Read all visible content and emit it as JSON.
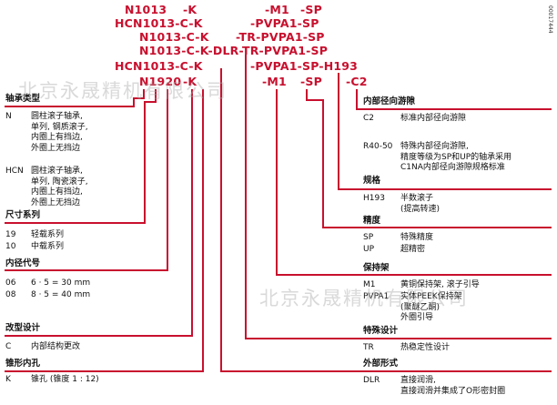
{
  "designations": [
    {
      "id": "r1",
      "cols": [
        "N1013",
        "-K",
        "-M1",
        "-SP"
      ]
    },
    {
      "id": "r2",
      "cols": [
        "HCN1013-C-K",
        "-PVPA1-SP"
      ]
    },
    {
      "id": "r3",
      "cols": [
        "N1013-C-K",
        "-TR-PVPA1-SP"
      ]
    },
    {
      "id": "r4",
      "cols": [
        "N1013-C-K-DLR-TR-PVPA1-SP"
      ]
    },
    {
      "id": "r5",
      "cols": [
        "HCN1013-C-K",
        "-PVPA1-SP-H193"
      ]
    },
    {
      "id": "r6",
      "cols": [
        "N1920",
        "-K",
        "-M1",
        "-SP",
        "-C2"
      ]
    }
  ],
  "left": {
    "bearing_type": {
      "title": "轴承类型",
      "items": [
        {
          "code": "N",
          "desc": "圆柱滚子轴承,\n单列, 钢质滚子,\n内圈上有挡边,\n外圈上无挡边"
        },
        {
          "code": "HCN",
          "desc": "圆柱滚子轴承,\n单列, 陶瓷滚子,\n内圈上有挡边,\n外圈上无挡边"
        }
      ]
    },
    "dimension_series": {
      "title": "尺寸系列",
      "items": [
        {
          "code": "19",
          "desc": "轻载系列"
        },
        {
          "code": "10",
          "desc": "中载系列"
        }
      ]
    },
    "bore_code": {
      "title": "内径代号",
      "items": [
        {
          "code": "06",
          "desc": "6 · 5 = 30 mm"
        },
        {
          "code": "08",
          "desc": "8 · 5 = 40 mm"
        }
      ]
    },
    "modified_design": {
      "title": "改型设计",
      "items": [
        {
          "code": "C",
          "desc": "内部结构更改"
        }
      ]
    },
    "tapered_bore": {
      "title": "锥形内孔",
      "items": [
        {
          "code": "K",
          "desc": "锥孔 (锥度 1 : 12)"
        }
      ]
    }
  },
  "right": {
    "clearance": {
      "title": "内部径向游隙",
      "items": [
        {
          "code": "C2",
          "desc": "标准内部径向游隙"
        },
        {
          "code": "R40-50",
          "desc": "特殊内部径向游隙,\n精度等级为SP和UP的轴承采用\nC1NA内部径向游隙规格标准"
        }
      ]
    },
    "spec": {
      "title": "规格",
      "items": [
        {
          "code": "H193",
          "desc": "半数滚子\n(提高转速)"
        }
      ]
    },
    "precision": {
      "title": "精度",
      "items": [
        {
          "code": "SP",
          "desc": "特殊精度"
        },
        {
          "code": "UP",
          "desc": "超精密"
        }
      ]
    },
    "cage": {
      "title": "保持架",
      "items": [
        {
          "code": "M1",
          "desc": "黄铜保持架, 滚子引导"
        },
        {
          "code": "PVPA1",
          "desc": "实体PEEK保持架\n(聚醚乙酮)\n外圈引导"
        }
      ]
    },
    "special_design": {
      "title": "特殊设计",
      "items": [
        {
          "code": "TR",
          "desc": "热稳定性设计"
        }
      ]
    },
    "external_form": {
      "title": "外部形式",
      "items": [
        {
          "code": "DLR",
          "desc": "直接润滑,\n直接润滑并集成了O形密封圈"
        }
      ]
    }
  },
  "watermark": {
    "top": "北京永晟精机有限公司",
    "bottom": "北京永晟精机有限公司"
  },
  "side_id": "00017444",
  "colors": {
    "accent": "#c8102e",
    "text": "#111111"
  }
}
